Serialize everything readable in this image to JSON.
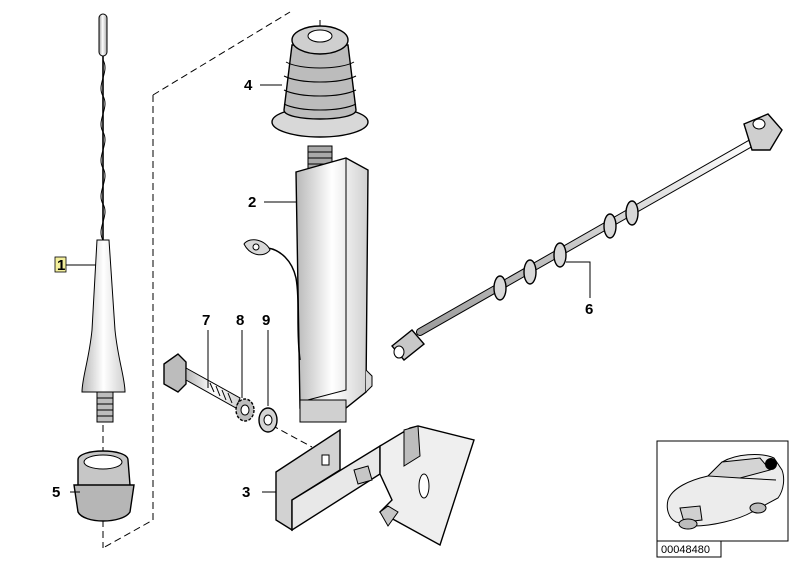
{
  "callouts": {
    "p1": "1",
    "p2": "2",
    "p3": "3",
    "p4": "4",
    "p5": "5",
    "p6": "6",
    "p7": "7",
    "p8": "8",
    "p9": "9"
  },
  "reference_number": "00048480",
  "colors": {
    "line": "#000000",
    "fill_light": "#ffffff",
    "shade": "#c8c8c8",
    "highlight_box": "#f3ef9c"
  }
}
